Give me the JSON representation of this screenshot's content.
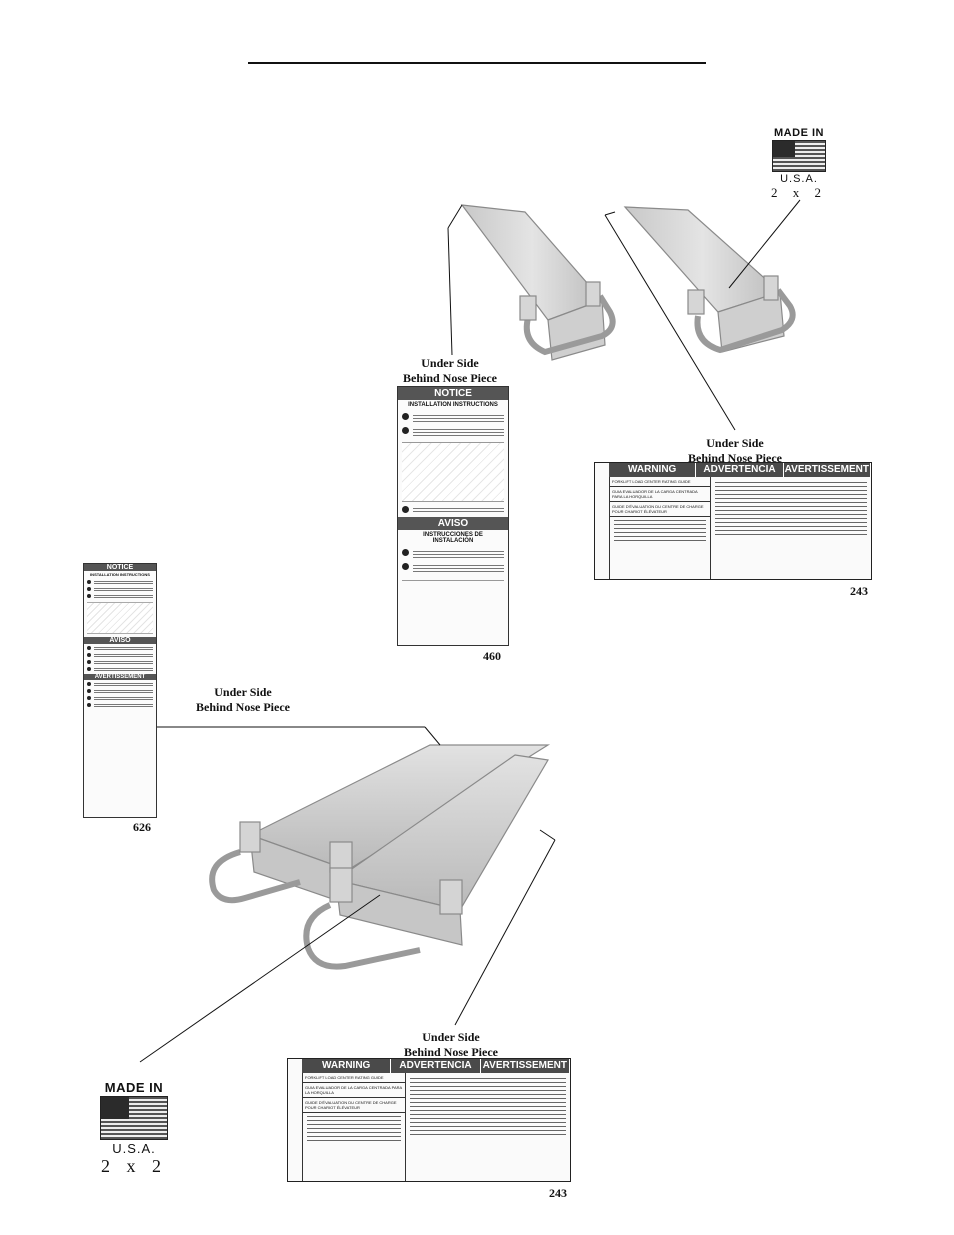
{
  "captions": {
    "c1": [
      "Under Side",
      "Behind Nose Piece"
    ],
    "c2": [
      "Under Side",
      "Behind Nose Piece"
    ],
    "c3": [
      "Under Side",
      "Behind Nose Piece"
    ],
    "c4": [
      "Under Side",
      "Behind Nose Piece"
    ]
  },
  "part_numbers": {
    "notice_large": "460",
    "warning_top": "243",
    "notice_small": "626",
    "warning_bottom": "243"
  },
  "usa_badge": {
    "line1": "MADE IN",
    "line2": "U.S.A.",
    "size": "2 x 2"
  },
  "warning_label": {
    "headings": [
      "WARNING",
      "ADVERTENCIA",
      "AVERTISSEMENT"
    ],
    "rows": [
      "FORKLIFT LOAD CENTER RATING GUIDE",
      "GUIA EVALUADOR DE LA CARGA CENTRADA PARA LA HORQUILLA",
      "GUIDE D'ÉVALUATION DU CENTRE DE CHARGE POUR CHARIOT ÉLÉVATEUR"
    ]
  },
  "notice_label": {
    "title": "NOTICE",
    "subtitle": "INSTALLATION INSTRUCTIONS",
    "aviso": "AVISO",
    "aviso_sub": "INSTRUCCIONES DE INSTALACIÓN",
    "avert": "AVERTISSEMENT"
  },
  "colors": {
    "ink": "#111111",
    "fork_fill": "#d9d9d9",
    "fork_edge": "#8a8a8a",
    "label_band": "#4a4a4a"
  }
}
